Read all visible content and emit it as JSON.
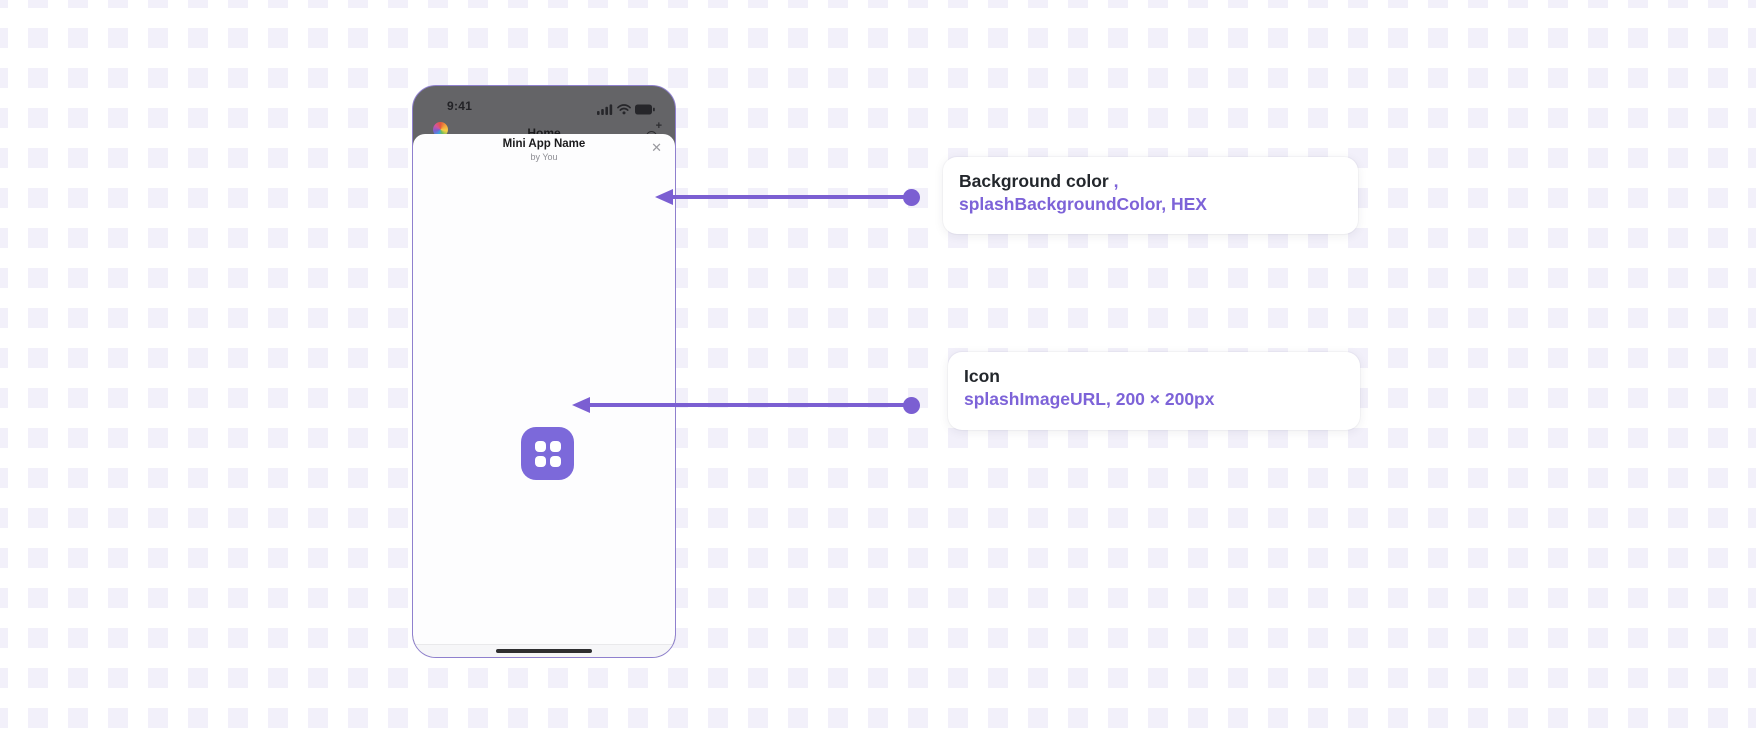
{
  "phone": {
    "status": {
      "time": "9:41"
    },
    "home_screen": {
      "title": "Home"
    },
    "modal": {
      "app_name": "Mini App Name",
      "byline": "by You",
      "close_glyph": "✕"
    }
  },
  "callouts": {
    "background_color": {
      "title": "Background color",
      "separator": " ,",
      "code": "splashBackgroundColor, HEX"
    },
    "icon": {
      "title": "Icon",
      "code": "splashImageURL, 200 × 200px"
    }
  },
  "icons": {
    "statusbar": [
      "signal-icon",
      "wifi-icon",
      "battery-icon"
    ],
    "splash": "app-grid-icon",
    "header": [
      "rainbow-avatar",
      "add-icon"
    ]
  },
  "colors": {
    "accent_purple": "#7B5FD2",
    "splash_icon_purple": "#7C69DA",
    "code_text_purple": "#7D63D8",
    "pattern_square": "#F2F0FA",
    "dimmed_screen": "#646467"
  }
}
